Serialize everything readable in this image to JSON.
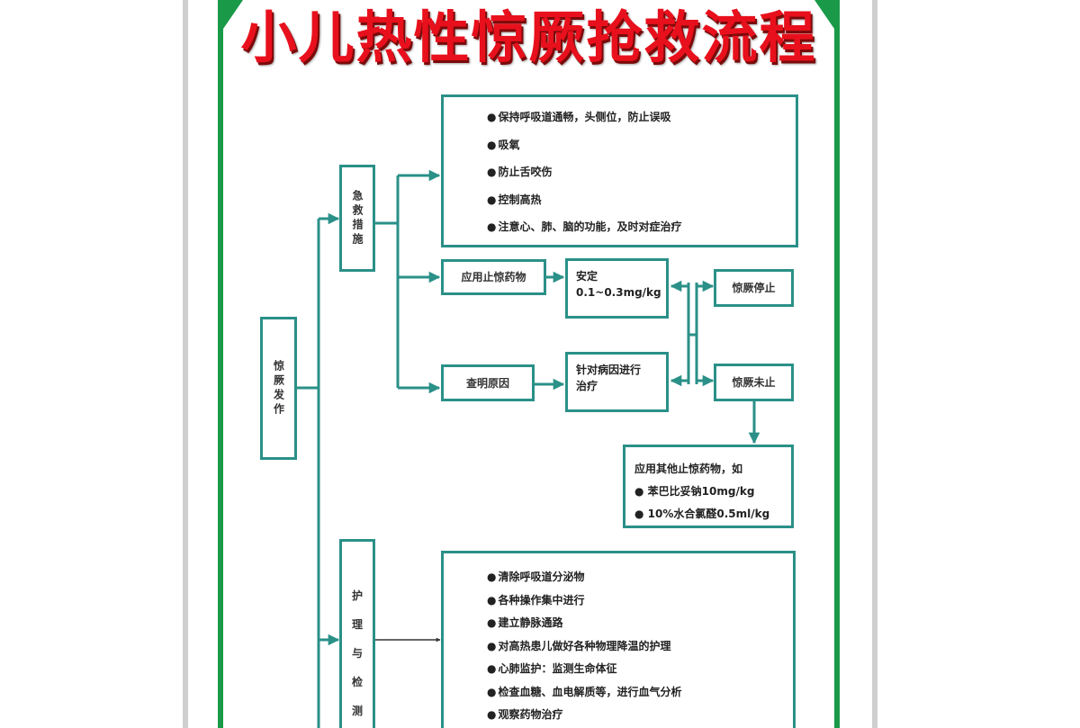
{
  "title": "小儿热性惊厥抢救流程",
  "colors": {
    "title": "#e8101c",
    "title_shadow": "#7a0a0a",
    "poster_border": "#1a9a48",
    "outer_frame": "#cfcfcf",
    "flow_line": "#2a9088",
    "text": "#222222"
  },
  "flowchart": {
    "root": {
      "label": "惊厥发作"
    },
    "branch_emergency": {
      "label": "急救措施",
      "measures": [
        "保持呼吸道通畅，头侧位，防止误吸",
        "吸氧",
        "防止舌咬伤",
        "控制高热",
        "注意心、肺、脑的功能，及时对症治疗"
      ],
      "drug_path": {
        "label": "应用止惊药物",
        "drug": {
          "name": "安定",
          "dose": "0.1~0.3mg/kg"
        }
      },
      "cause_path": {
        "label": "查明原因",
        "treatment": {
          "line1": "针对病因进行",
          "line2": "治疗"
        }
      },
      "outcomes": {
        "stopped": "惊厥停止",
        "not_stopped": "惊厥未止"
      },
      "further_drugs": {
        "intro": "应用其他止惊药物，如",
        "items": [
          "苯巴比妥钠10mg/kg",
          "10%水合氯醛0.5ml/kg"
        ]
      }
    },
    "branch_nursing": {
      "label_chars": [
        "护",
        "理",
        "与",
        "检",
        "测"
      ],
      "measures": [
        "清除呼吸道分泌物",
        "各种操作集中进行",
        "建立静脉通路",
        "对高热患儿做好各种物理降温的护理",
        "心肺监护：监测生命体征",
        "检查血糖、血电解质等，进行血气分析",
        "观察药物治疗"
      ]
    }
  }
}
